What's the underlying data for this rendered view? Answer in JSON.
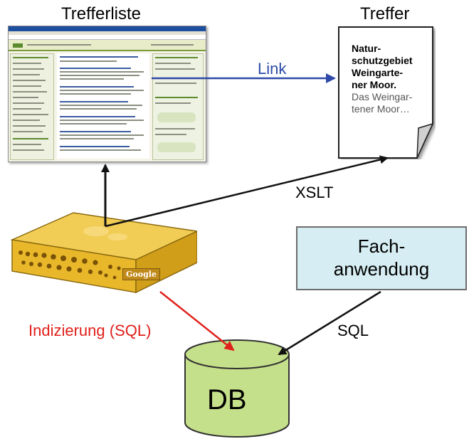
{
  "titles": {
    "trefferliste": "Trefferliste",
    "treffer": "Treffer"
  },
  "edges": {
    "link": "Link",
    "xslt": "XSLT",
    "sql": "SQL",
    "indexing": "Indizierung (SQL)"
  },
  "treffer_document": {
    "bold_text": "Natur-\nschutzgebiet\nWeingarte-\nner Moor.",
    "normal_text": "Das Weingar-\ntener Moor…"
  },
  "appliance": {
    "logo": "Google"
  },
  "fachanwendung": {
    "label": "Fach-\nanwendung"
  },
  "database": {
    "label": "DB"
  },
  "colors": {
    "link_arrow": "#2e4aa8",
    "indexing_arrow": "#e0201b",
    "db_fill": "#c5e08a",
    "fach_fill": "#d6eef3",
    "appliance_fill": "#e9b82a"
  }
}
